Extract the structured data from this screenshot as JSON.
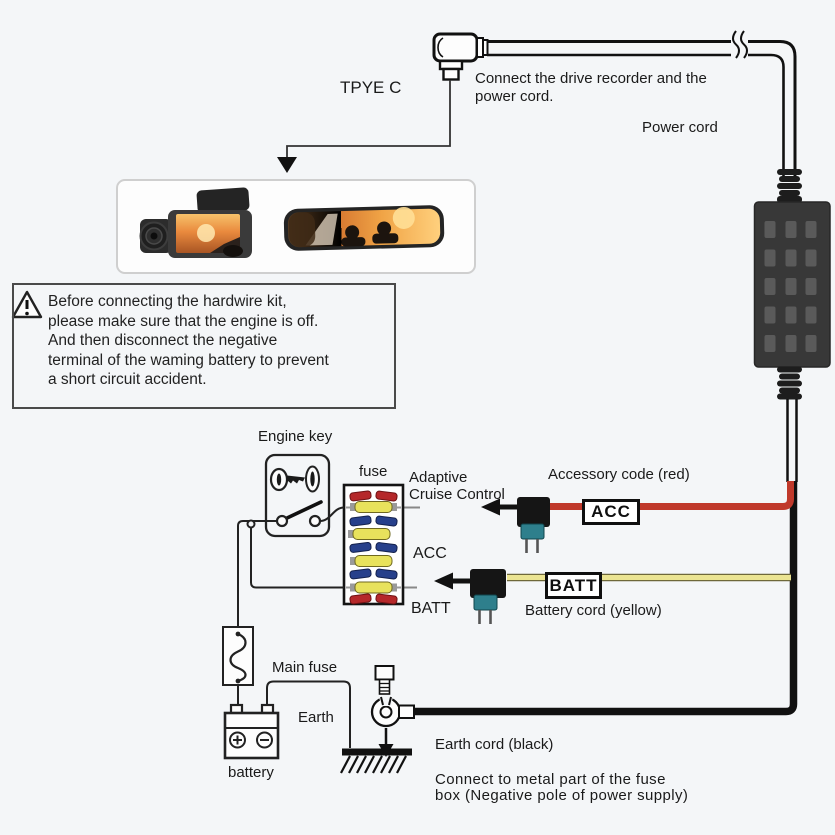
{
  "top": {
    "type_c_label": "TPYE C",
    "connect_note_line1": "Connect the drive recorder and the",
    "connect_note_line2": "power cord.",
    "power_cord_label": "Power cord"
  },
  "warning": {
    "lines": [
      "Before connecting the hardwire kit,",
      "please make sure that the engine is off.",
      "And then disconnect the negative",
      "terminal of the waming battery to prevent",
      "a short circuit accident."
    ]
  },
  "fuse_area": {
    "engine_key_label": "Engine key",
    "fuse_label": "fuse",
    "adaptive_line1": "Adaptive",
    "adaptive_line2": "Cruise Control",
    "accessory_code_label": "Accessory code (red)",
    "acc_tag": "ACC",
    "batt_tag": "BATT",
    "acc_row_label": "ACC",
    "batt_row_label": "BATT",
    "battery_cord_label": "Battery cord (yellow)"
  },
  "ground_area": {
    "main_fuse_label": "Main fuse",
    "earth_label": "Earth",
    "battery_label": "battery",
    "earth_cord_label": "Earth cord (black)",
    "connect_metal_line1": "Connect to metal part of the fuse",
    "connect_metal_line2": "box (Negative pole of power supply)"
  },
  "colors": {
    "accessory_wire_red": "#c0392b",
    "battery_wire_yellow": "#ebe492",
    "earth_wire_black": "#111111",
    "fuse_red": "#b5282a",
    "fuse_blue": "#27408b",
    "fuse_yellow": "#e8e25c",
    "fuse_tap_teal": "#2e7f8c",
    "module_gray": "#383838"
  },
  "fuse_box_rows": [
    "red-pair",
    "yellow-tapped",
    "blue-pair",
    "yellow",
    "blue-pair",
    "yellow",
    "blue-pair",
    "yellow-tapped",
    "red-pair"
  ]
}
